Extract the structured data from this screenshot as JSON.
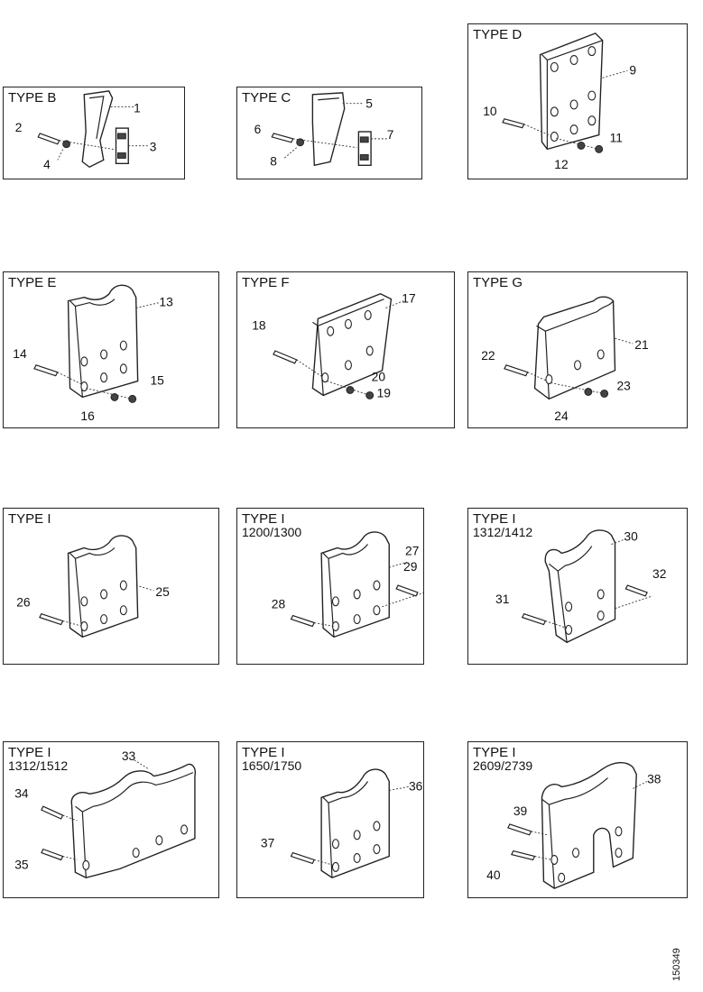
{
  "panels": [
    {
      "title": "TYPE B",
      "subtitle": "",
      "labels": [
        "1",
        "2",
        "3",
        "4"
      ]
    },
    {
      "title": "TYPE C",
      "subtitle": "",
      "labels": [
        "5",
        "6",
        "7",
        "8"
      ]
    },
    {
      "title": "TYPE D",
      "subtitle": "",
      "labels": [
        "9",
        "10",
        "11",
        "12"
      ]
    },
    {
      "title": "TYPE E",
      "subtitle": "",
      "labels": [
        "13",
        "14",
        "15",
        "16"
      ]
    },
    {
      "title": "TYPE F",
      "subtitle": "",
      "labels": [
        "17",
        "18",
        "19",
        "20"
      ]
    },
    {
      "title": "TYPE G",
      "subtitle": "",
      "labels": [
        "21",
        "22",
        "23",
        "24"
      ]
    },
    {
      "title": "TYPE I",
      "subtitle": "",
      "labels": [
        "25",
        "26"
      ]
    },
    {
      "title": "TYPE I",
      "subtitle": "1200/1300",
      "labels": [
        "27",
        "28",
        "29"
      ]
    },
    {
      "title": "TYPE I",
      "subtitle": "1312/1412",
      "labels": [
        "30",
        "31",
        "32"
      ]
    },
    {
      "title": "TYPE I",
      "subtitle": "1312/1512",
      "labels": [
        "33",
        "34",
        "35"
      ]
    },
    {
      "title": "TYPE I",
      "subtitle": "1650/1750",
      "labels": [
        "36",
        "37"
      ]
    },
    {
      "title": "TYPE I",
      "subtitle": "2609/2739",
      "labels": [
        "38",
        "39",
        "40"
      ]
    }
  ],
  "figure_id": "150349"
}
